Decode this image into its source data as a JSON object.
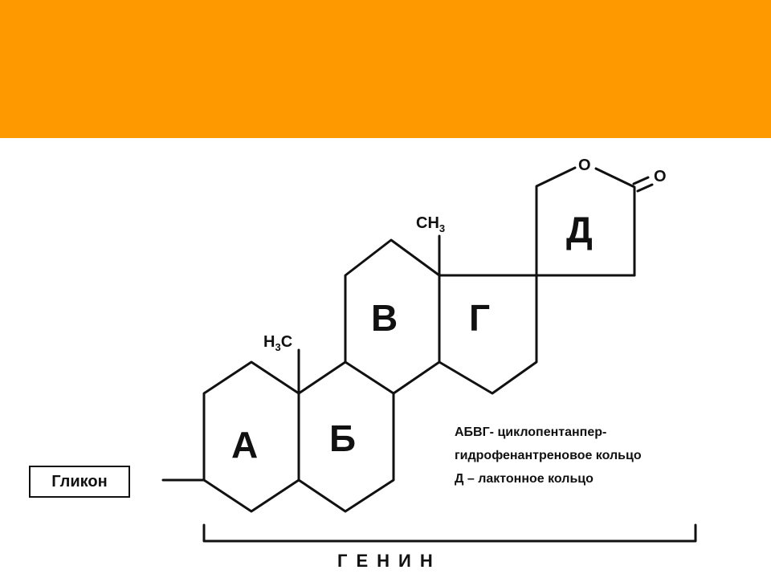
{
  "rings": {
    "a": "А",
    "b": "Б",
    "v": "В",
    "g": "Г",
    "d": "Д"
  },
  "substituents": {
    "methyl_ab": {
      "main": "H",
      "sub": "3",
      "tail": "C"
    },
    "methyl_vg": {
      "main": "CH",
      "sub": "3"
    },
    "ring_oxygen": "O",
    "carbonyl_oxygen": "O"
  },
  "glykon_label": "Гликон",
  "legend": {
    "line1": "АБВГ- циклопентанпер-",
    "line2": "гидрофенантреновое  кольцо",
    "line3": "Д – лактонное кольцо"
  },
  "genin_label": "ГЕНИН"
}
